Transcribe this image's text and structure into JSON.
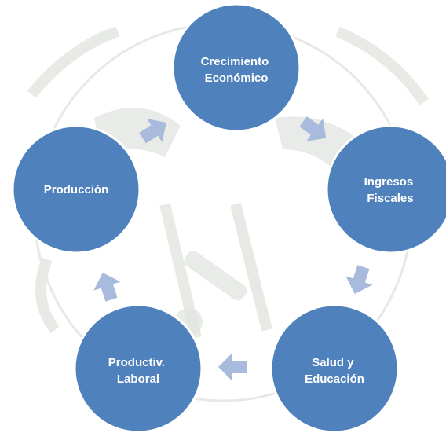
{
  "colors": {
    "node_fill": "#4f81bd",
    "node_stroke": "#ffffff",
    "arrow_fill": "#a9bbdc",
    "watermark": "#e3e6e1"
  },
  "icons": {
    "watermark": "university-emblem-watermark",
    "arrow": "chevron-arrow-icon"
  },
  "nodes": [
    {
      "line1": "Crecimiento",
      "line2": "Económico"
    },
    {
      "line1": "Ingresos",
      "line2": "Fiscales"
    },
    {
      "line1": "Salud y",
      "line2": "Educación"
    },
    {
      "line1": "Productiv.",
      "line2": "Laboral"
    },
    {
      "line1": "Producción",
      "line2": ""
    }
  ]
}
